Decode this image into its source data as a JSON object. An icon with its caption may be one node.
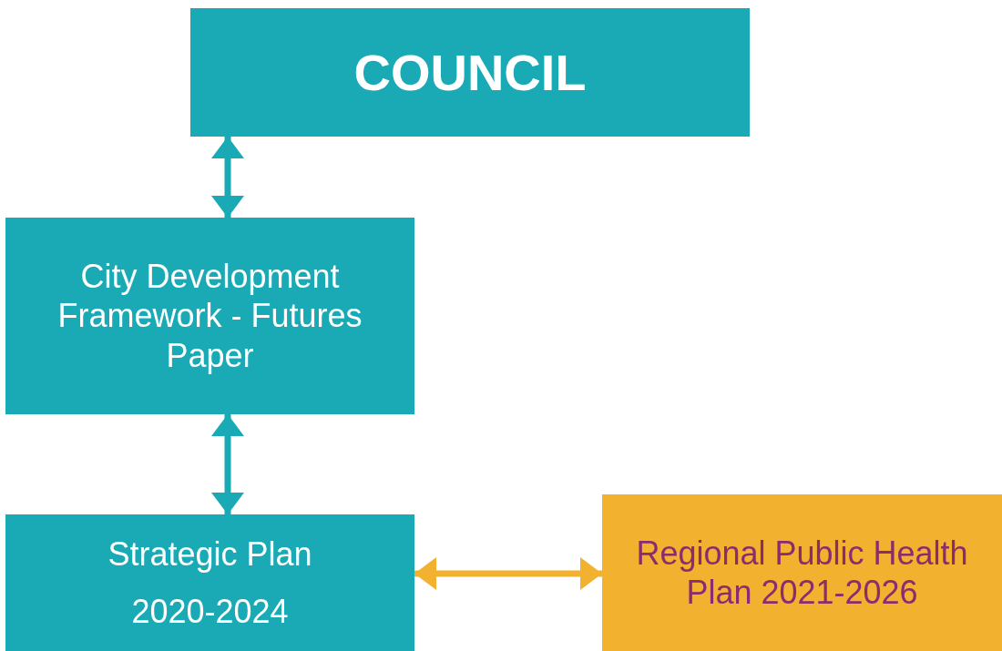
{
  "diagram": {
    "nodes": [
      {
        "text": [
          "COUNCIL"
        ]
      },
      {
        "text": [
          "City Development Framework - Futures Paper"
        ]
      },
      {
        "text": [
          "Strategic Plan",
          "2020-2024"
        ]
      },
      {
        "text": [
          "Regional Public Health Plan 2021-2026"
        ]
      }
    ],
    "edges": [
      {
        "from": 0,
        "to": 1,
        "arrow": "both"
      },
      {
        "from": 1,
        "to": 2,
        "arrow": "both"
      },
      {
        "from": 2,
        "to": 3,
        "arrow": "both",
        "color": "#f3b130"
      }
    ]
  }
}
